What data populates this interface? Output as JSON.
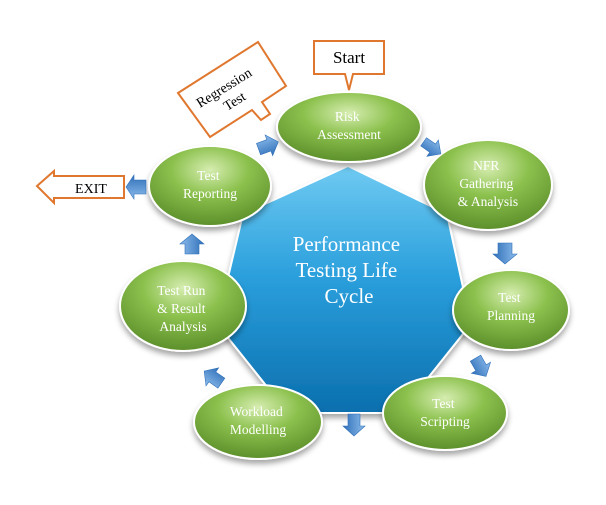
{
  "center": {
    "lines": [
      "Performance",
      "Testing Life",
      "Cycle"
    ]
  },
  "stages": [
    {
      "lines": [
        "Risk",
        "Assessment"
      ]
    },
    {
      "lines": [
        "NFR",
        "Gathering",
        "& Analysis"
      ]
    },
    {
      "lines": [
        "Test",
        "Planning"
      ]
    },
    {
      "lines": [
        "Test",
        "Scripting"
      ]
    },
    {
      "lines": [
        "Workload",
        "Modelling"
      ]
    },
    {
      "lines": [
        "Test Run",
        "& Result",
        "Analysis"
      ]
    },
    {
      "lines": [
        "Test",
        "Reporting"
      ]
    }
  ],
  "callouts": {
    "start": "Start",
    "regression": [
      "Regression",
      "Test"
    ],
    "exit": "EXIT"
  },
  "colors": {
    "stage_light": "#cfe7a6",
    "stage_mid": "#8cc14e",
    "stage_dark": "#5c8f2a",
    "center_light": "#5ec2f0",
    "center_dark": "#0e7fc0",
    "arrow": "#4f8fd1",
    "callout_border": "#e0772e"
  }
}
